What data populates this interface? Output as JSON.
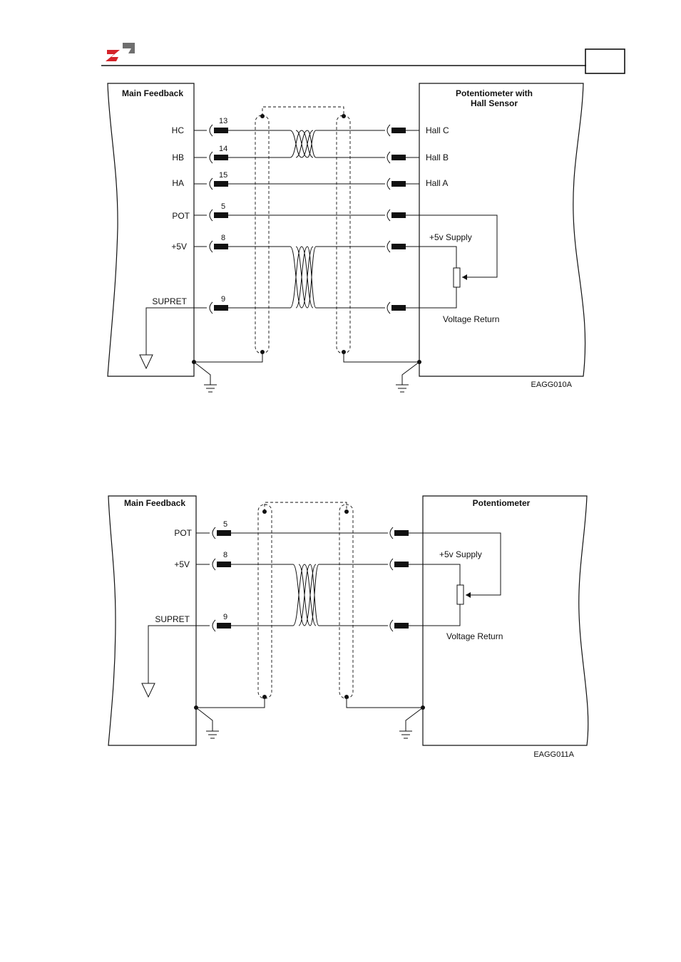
{
  "header": {
    "logo_colors": {
      "red": "#d4232a",
      "gray": "#6f6f6f"
    }
  },
  "diagram1": {
    "left_title": "Main Feedback",
    "right_title_line1": "Potentiometer with",
    "right_title_line2": "Hall Sensor",
    "signals": [
      {
        "name": "HC",
        "pin": "13",
        "remote": "Hall C"
      },
      {
        "name": "HB",
        "pin": "14",
        "remote": "Hall B"
      },
      {
        "name": "HA",
        "pin": "15",
        "remote": "Hall A"
      },
      {
        "name": "POT",
        "pin": "5",
        "remote": ""
      },
      {
        "name": "+5V",
        "pin": "8",
        "remote": ""
      },
      {
        "name": "SUPRET",
        "pin": "9",
        "remote": ""
      }
    ],
    "supply_label": "+5v Supply",
    "return_label": "Voltage Return",
    "code": "EAGG010A"
  },
  "diagram2": {
    "left_title": "Main Feedback",
    "right_title": "Potentiometer",
    "signals": [
      {
        "name": "POT",
        "pin": "5"
      },
      {
        "name": "+5V",
        "pin": "8"
      },
      {
        "name": "SUPRET",
        "pin": "9"
      }
    ],
    "supply_label": "+5v Supply",
    "return_label": "Voltage Return",
    "code": "EAGG011A"
  }
}
